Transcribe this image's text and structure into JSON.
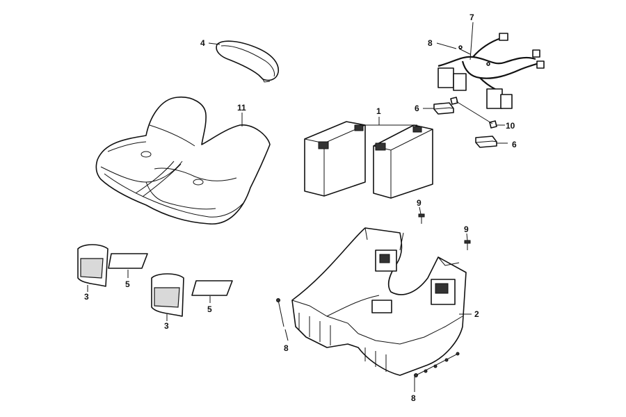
{
  "diagram": {
    "callouts": {
      "c1": "1",
      "c2": "2",
      "c3a": "3",
      "c3b": "3",
      "c4": "4",
      "c5a": "5",
      "c5b": "5",
      "c6a": "6",
      "c6b": "6",
      "c7": "7",
      "c8a": "8",
      "c8b": "8",
      "c8c": "8",
      "c9a": "9",
      "c9b": "9",
      "c10": "10",
      "c11": "11"
    },
    "colors": {
      "line": "#111111",
      "fill": "#ffffff",
      "shade": "#d9d9d9"
    }
  }
}
